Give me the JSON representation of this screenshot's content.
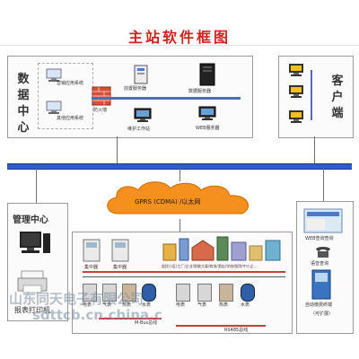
{
  "title": "主站软件框图",
  "data_center": {
    "label_chars": [
      "数",
      "据",
      "中",
      "心"
    ],
    "systems": [
      "营销应用系统",
      "其他应用系统"
    ],
    "firewall": "防火墙",
    "front_server": "前置服务器",
    "db_server": "数据服务器",
    "maintenance": "维护工作站",
    "web_server": "WEB服务器"
  },
  "client": {
    "label_chars": [
      "客",
      "户",
      "端"
    ]
  },
  "network": {
    "cloud_label": "GPRS (CDMA) /以太网"
  },
  "mgmt": {
    "title": "管理中心",
    "printer": "报表打印机"
  },
  "field": {
    "concentrator1": "集中器",
    "concentrator2": "集中器",
    "buildings_caption": "居民小区/工厂/企业/智能大厦/商场/酒店/学校/医院/中小企...",
    "meters": [
      "电表",
      "气表",
      "热表",
      "水表",
      "电表",
      "气表",
      "热表",
      "水表"
    ],
    "mbus": "M-Bus总线",
    "rs485": "RS485总线"
  },
  "terminals": {
    "web_query": "WEB查询查询",
    "voice_query": "语音查询",
    "self_service": "自动缴费终端",
    "expandable": "（可扩展）"
  },
  "watermark": {
    "company": "山东同天电子有限公司",
    "url": "sdttcb.cn.china.c"
  }
}
